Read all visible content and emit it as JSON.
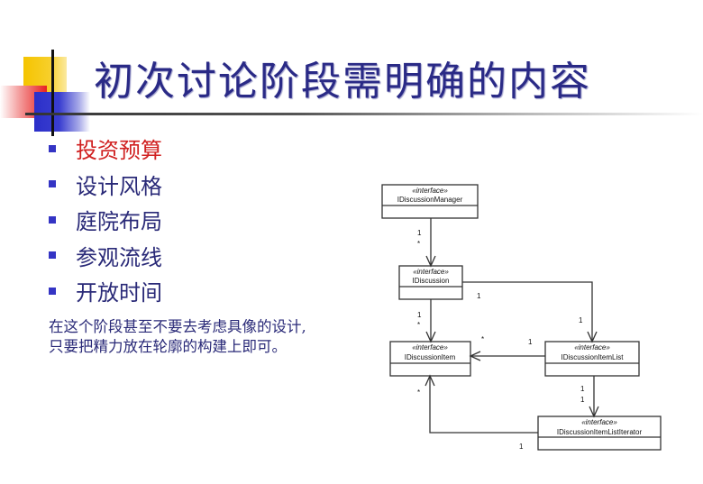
{
  "slide": {
    "title": "初次讨论阶段需明确的内容",
    "bullets": [
      {
        "text": "投资预算",
        "highlight": true
      },
      {
        "text": "设计风格",
        "highlight": false
      },
      {
        "text": "庭院布局",
        "highlight": false
      },
      {
        "text": "参观流线",
        "highlight": false
      },
      {
        "text": "开放时间",
        "highlight": false
      }
    ],
    "note_lines": [
      "在这个阶段甚至不要去考虑具像的设计,",
      "只要把精力放在轮廓的构建上即可。"
    ],
    "colors": {
      "title": "#2a2a86",
      "highlight": "#d02020",
      "body": "#2a2a78",
      "bullet": "#3434c4"
    }
  },
  "diagram": {
    "classes": [
      {
        "id": "manager",
        "stereotype": "«interface»",
        "name": "IDiscussionManager"
      },
      {
        "id": "discussion",
        "stereotype": "«interface»",
        "name": "IDiscussion"
      },
      {
        "id": "item",
        "stereotype": "«interface»",
        "name": "IDiscussionItem"
      },
      {
        "id": "itemlist",
        "stereotype": "«interface»",
        "name": "IDiscussionItemList"
      },
      {
        "id": "iterator",
        "stereotype": "«interface»",
        "name": "IDiscussionItemListIterator"
      }
    ],
    "multiplicities": {
      "manager_discussion_src": "1",
      "manager_discussion_dst": "*",
      "discussion_item_src": "1",
      "discussion_item_dst": "*",
      "discussion_itemlist_src": "1",
      "discussion_itemlist_dst": "1",
      "itemlist_item_src": "1",
      "itemlist_item_dst": "*",
      "itemlist_iterator_src": "1",
      "itemlist_iterator_dst": "1",
      "iterator_item_src": "1",
      "iterator_item_dst": "*"
    }
  }
}
